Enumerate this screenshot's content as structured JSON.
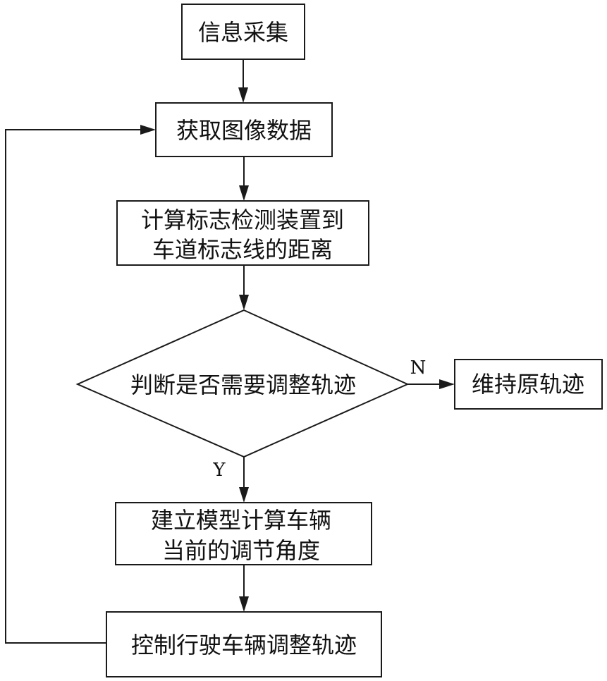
{
  "nodes": {
    "info_collect": "信息采集",
    "get_image": "获取图像数据",
    "calc_distance_line1": "计算标志检测装置到",
    "calc_distance_line2": "车道标志线的距离",
    "decision": "判断是否需要调整轨迹",
    "keep_track": "维持原轨迹",
    "build_model_line1": "建立模型计算车辆",
    "build_model_line2": "当前的调节角度",
    "control_adjust": "控制行驶车辆调整轨迹"
  },
  "edge_labels": {
    "no": "N",
    "yes": "Y"
  }
}
